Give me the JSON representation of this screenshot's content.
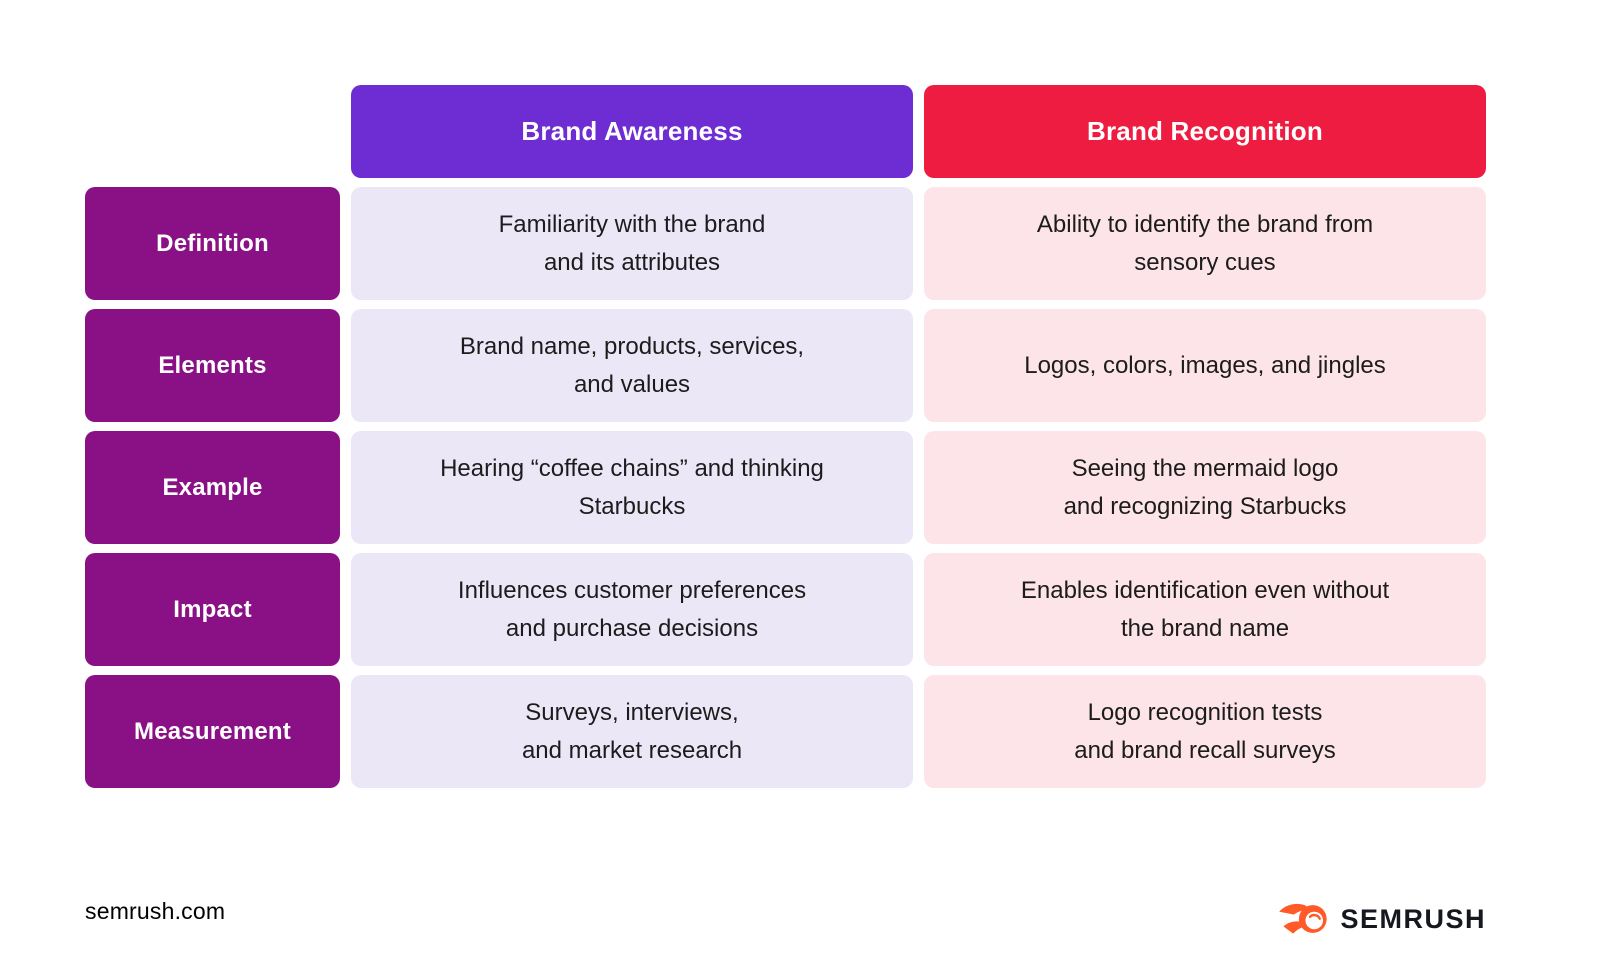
{
  "colors": {
    "purple": "#6D2DD2",
    "red": "#EE1C40",
    "magenta": "#8A1185",
    "lavender": "#ECE7F7",
    "pink": "#FCE4E9",
    "orange": "#FF5A28",
    "ink": "#1C1C1C"
  },
  "table": {
    "columns": [
      {
        "label": "Brand Awareness",
        "color": "#6D2DD2"
      },
      {
        "label": "Brand Recognition",
        "color": "#EE1C40"
      }
    ],
    "rows": [
      {
        "label": "Definition",
        "awareness": "Familiarity with the brand\nand its attributes",
        "recognition": "Ability to identify the brand from\nsensory cues"
      },
      {
        "label": "Elements",
        "awareness": "Brand name, products, services,\nand values",
        "recognition": "Logos, colors, images, and jingles"
      },
      {
        "label": "Example",
        "awareness": "Hearing “coffee chains” and thinking\nStarbucks",
        "recognition": "Seeing the mermaid logo\nand recognizing Starbucks"
      },
      {
        "label": "Impact",
        "awareness": "Influences customer preferences\nand purchase decisions",
        "recognition": "Enables identification even without\nthe brand name"
      },
      {
        "label": "Measurement",
        "awareness": "Surveys, interviews,\nand market research",
        "recognition": "Logo recognition tests\nand brand recall surveys"
      }
    ]
  },
  "footer": {
    "site_url": "semrush.com",
    "brand_wordmark": "SEMRUSH",
    "logo_icon": "semrush-fireball-icon"
  }
}
